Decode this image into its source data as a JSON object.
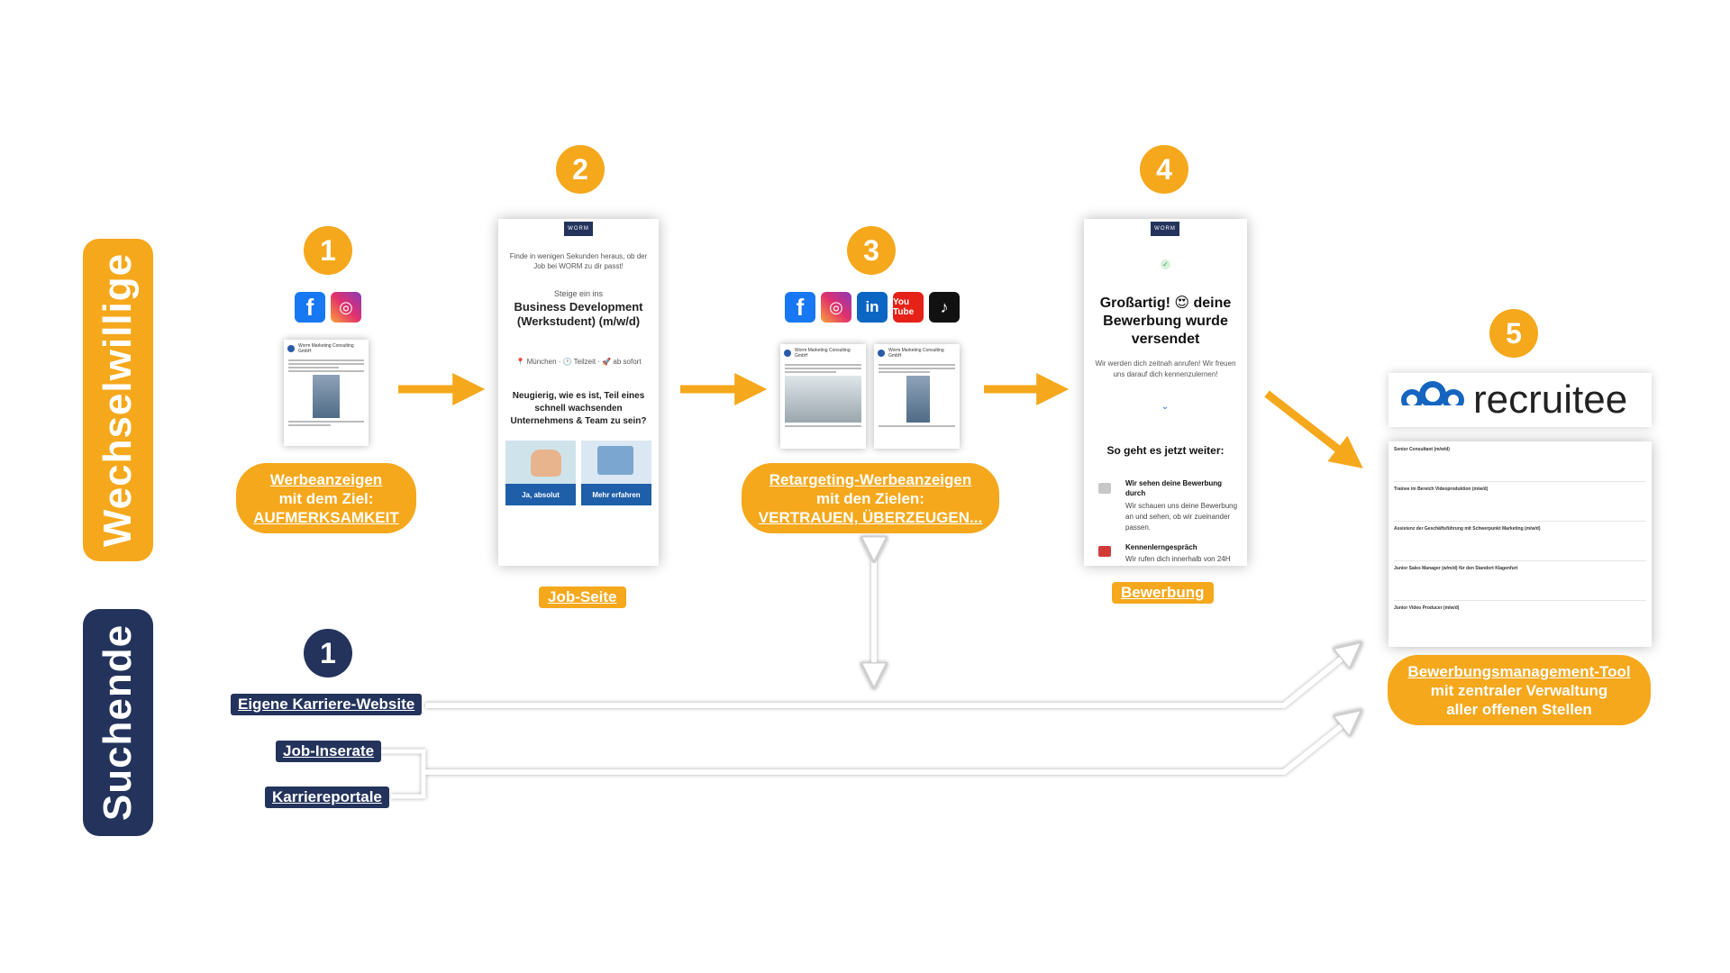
{
  "bands": {
    "top": "Wechselwillige",
    "bottom": "Suchende"
  },
  "steps": [
    "1",
    "2",
    "3",
    "4",
    "5",
    "1"
  ],
  "step1": {
    "line1": "Werbeanzeigen",
    "line2": "mit dem Ziel:",
    "line3": "AUFMERKSAMKEIT",
    "ad_sender": "Worm Marketing Consulting GmbH"
  },
  "step2": {
    "tag": "Job-Seite",
    "logo": "WORM",
    "intro": "Finde in wenigen Sekunden heraus, ob der Job bei WORM zu dir passt!",
    "pre": "Steige ein ins",
    "title": "Business Development (Werkstudent) (m/w/d)",
    "meta": "📍 München · 🕑 Teilzeit · 🚀 ab sofort",
    "question": "Neugierig, wie es ist, Teil eines schnell wachsenden Unternehmens & Team zu sein?",
    "btn_yes": "Ja, absolut",
    "btn_more": "Mehr erfahren"
  },
  "step3": {
    "line1": "Retargeting-Werbeanzeigen",
    "line2": "mit den Zielen:",
    "line3": "VERTRAUEN, ÜBERZEUGEN...",
    "ad_sender": "Worm Marketing Consulting GmbH"
  },
  "step4": {
    "tag": "Bewerbung",
    "logo": "WORM",
    "headline": "Großartig! 😍 deine Bewerbung wurde versendet",
    "sub": "Wir werden dich zeitnah anrufen! Wir freuen uns darauf dich kennenzulernen!",
    "next": "So geht es jetzt weiter:",
    "item1_title": "Wir sehen deine Bewerbung durch",
    "item1_text": "Wir schauen uns deine Bewerbung an und sehen, ob wir zueinander passen.",
    "item2_title": "Kennenlerngespräch",
    "item2_text": "Wir rufen dich innerhalb von 24H"
  },
  "step5": {
    "brand": "recruitee",
    "line1": "Bewerbungsmanagement-Tool",
    "line2": "mit zentraler Verwaltung",
    "line3": "aller offenen Stellen",
    "jobs": [
      "Senior Consultant (m/w/d)",
      "Trainee im Bereich Videoproduktion (m/w/d)",
      "Assistenz der Geschäftsführung mit Schwerpunkt Marketing (m/w/d)",
      "Junior Sales Manager (w/m/d) für den Standort Klagenfurt",
      "Junior Video Producer (m/w/d)"
    ]
  },
  "search": {
    "website": "Eigene Karriere-Website",
    "ads": "Job-Inserate",
    "portals": "Karriereportale"
  },
  "colors": {
    "orange": "#f5a81c",
    "navy": "#23335c"
  }
}
